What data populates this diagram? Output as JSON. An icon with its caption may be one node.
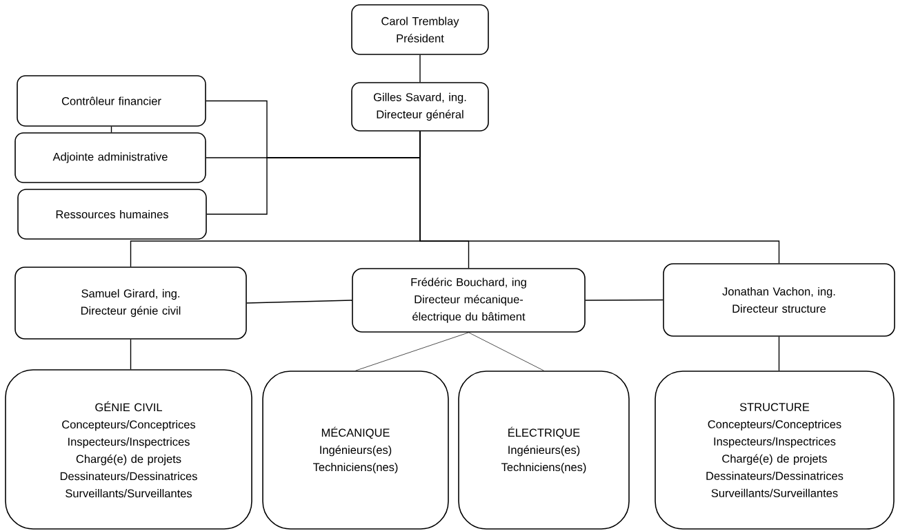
{
  "diagram": {
    "nodes": [
      {
        "text": [
          "Carol Tremblay",
          "Président"
        ]
      },
      {
        "text": [
          "Gilles Savard, ing.",
          "Directeur général"
        ]
      },
      {
        "text": [
          "Contrôleur financier"
        ]
      },
      {
        "text": [
          "Adjointe administrative"
        ]
      },
      {
        "text": [
          "Ressources humaines"
        ]
      },
      {
        "text": [
          "Samuel Girard, ing.",
          "Directeur génie civil"
        ]
      },
      {
        "text": [
          "Frédéric Bouchard, ing",
          "Directeur mécanique-électrique du bâtiment"
        ]
      },
      {
        "text": [
          "Jonathan Vachon, ing.",
          "Directeur structure"
        ]
      },
      {
        "text": [
          "GÉNIE CIVIL",
          "Concepteurs/Conceptrices",
          "Inspecteurs/Inspectrices",
          "Chargé(e) de projets",
          "Dessinateurs/Dessinatrices",
          "Surveillants/Surveillantes"
        ]
      },
      {
        "text": [
          "MÉCANIQUE",
          "Ingénieurs(es)",
          "Techniciens(nes)"
        ]
      },
      {
        "text": [
          "ÉLECTRIQUE",
          "Ingénieurs(es)",
          "Techniciens(nes)"
        ]
      },
      {
        "text": [
          "STRUCTURE",
          "Concepteurs/Conceptrices",
          "Inspecteurs/Inspectrices",
          "Chargé(e) de projets",
          "Dessinateurs/Dessinatrices",
          "Surveillants/Surveillantes"
        ]
      }
    ],
    "edges": [
      {
        "from": 0,
        "to": 1,
        "arrow": "none"
      },
      {
        "from": 2,
        "to": 3,
        "arrow": "none"
      },
      {
        "from": 1,
        "to": 3,
        "arrow": "none"
      },
      {
        "from": 2,
        "to": 1,
        "arrow": "none"
      },
      {
        "from": 4,
        "to": 1,
        "arrow": "none"
      },
      {
        "from": 1,
        "to": 5,
        "arrow": "none"
      },
      {
        "from": 1,
        "to": 6,
        "arrow": "none"
      },
      {
        "from": 1,
        "to": 7,
        "arrow": "none"
      },
      {
        "from": 5,
        "to": 6,
        "arrow": "none"
      },
      {
        "from": 6,
        "to": 7,
        "arrow": "none"
      },
      {
        "from": 5,
        "to": 8,
        "arrow": "none"
      },
      {
        "from": 6,
        "to": 9,
        "arrow": "none"
      },
      {
        "from": 6,
        "to": 10,
        "arrow": "none"
      },
      {
        "from": 7,
        "to": 11,
        "arrow": "none"
      }
    ]
  }
}
